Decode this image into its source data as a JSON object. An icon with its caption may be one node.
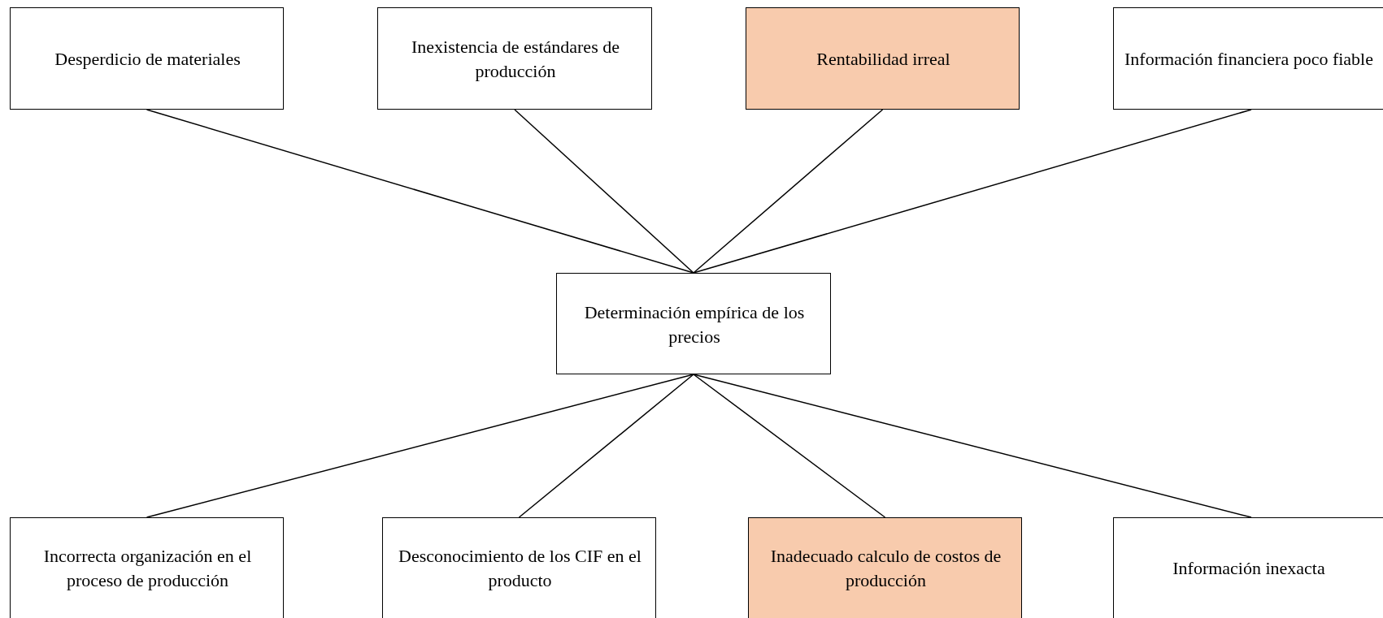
{
  "diagram": {
    "nodes": [
      {
        "text": [
          "Desperdicio de materiales"
        ]
      },
      {
        "text": [
          "Inexistencia de estándares de producción"
        ]
      },
      {
        "text": [
          "Rentabilidad irreal"
        ]
      },
      {
        "text": [
          "Información financiera poco fiable"
        ]
      },
      {
        "text": [
          "Determinación empírica de los precios"
        ]
      },
      {
        "text": [
          "Incorrecta organización en el proceso de producción"
        ]
      },
      {
        "text": [
          "Desconocimiento de los CIF en el producto"
        ]
      },
      {
        "text": [
          "Inadecuado calculo de costos de producción"
        ]
      },
      {
        "text": [
          "Información inexacta"
        ]
      }
    ],
    "edges": [
      {
        "from": 0,
        "to": 4,
        "arrow": "none"
      },
      {
        "from": 1,
        "to": 4,
        "arrow": "none"
      },
      {
        "from": 2,
        "to": 4,
        "arrow": "none"
      },
      {
        "from": 3,
        "to": 4,
        "arrow": "none"
      },
      {
        "from": 5,
        "to": 4,
        "arrow": "none"
      },
      {
        "from": 6,
        "to": 4,
        "arrow": "none"
      },
      {
        "from": 7,
        "to": 4,
        "arrow": "none"
      },
      {
        "from": 8,
        "to": 4,
        "arrow": "none"
      }
    ]
  }
}
